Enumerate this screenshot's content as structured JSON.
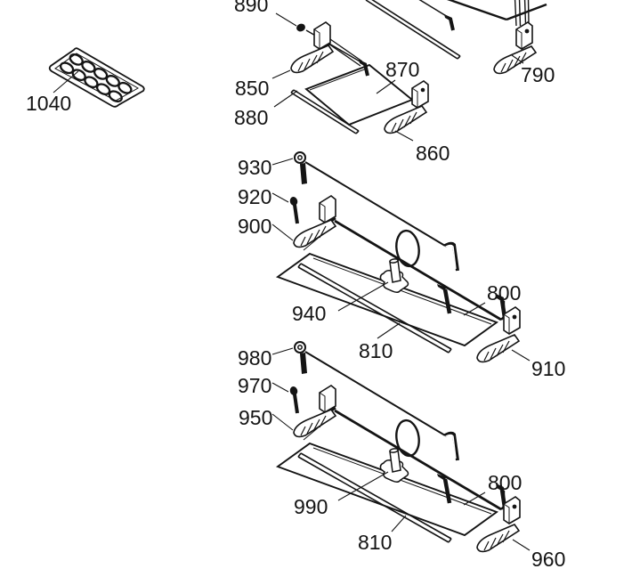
{
  "diagram": {
    "figure_type": "exploded-parts-diagram",
    "callouts": [
      {
        "ref": "890"
      },
      {
        "ref": "1040"
      },
      {
        "ref": "850"
      },
      {
        "ref": "870"
      },
      {
        "ref": "790"
      },
      {
        "ref": "880"
      },
      {
        "ref": "860"
      },
      {
        "ref": "930"
      },
      {
        "ref": "920"
      },
      {
        "ref": "900"
      },
      {
        "ref": "800"
      },
      {
        "ref": "940"
      },
      {
        "ref": "810"
      },
      {
        "ref": "910"
      },
      {
        "ref": "980"
      },
      {
        "ref": "970"
      },
      {
        "ref": "950"
      },
      {
        "ref": "800"
      },
      {
        "ref": "990"
      },
      {
        "ref": "810"
      },
      {
        "ref": "960"
      }
    ],
    "colors": {
      "line": "#141414",
      "background": "#ffffff"
    }
  }
}
